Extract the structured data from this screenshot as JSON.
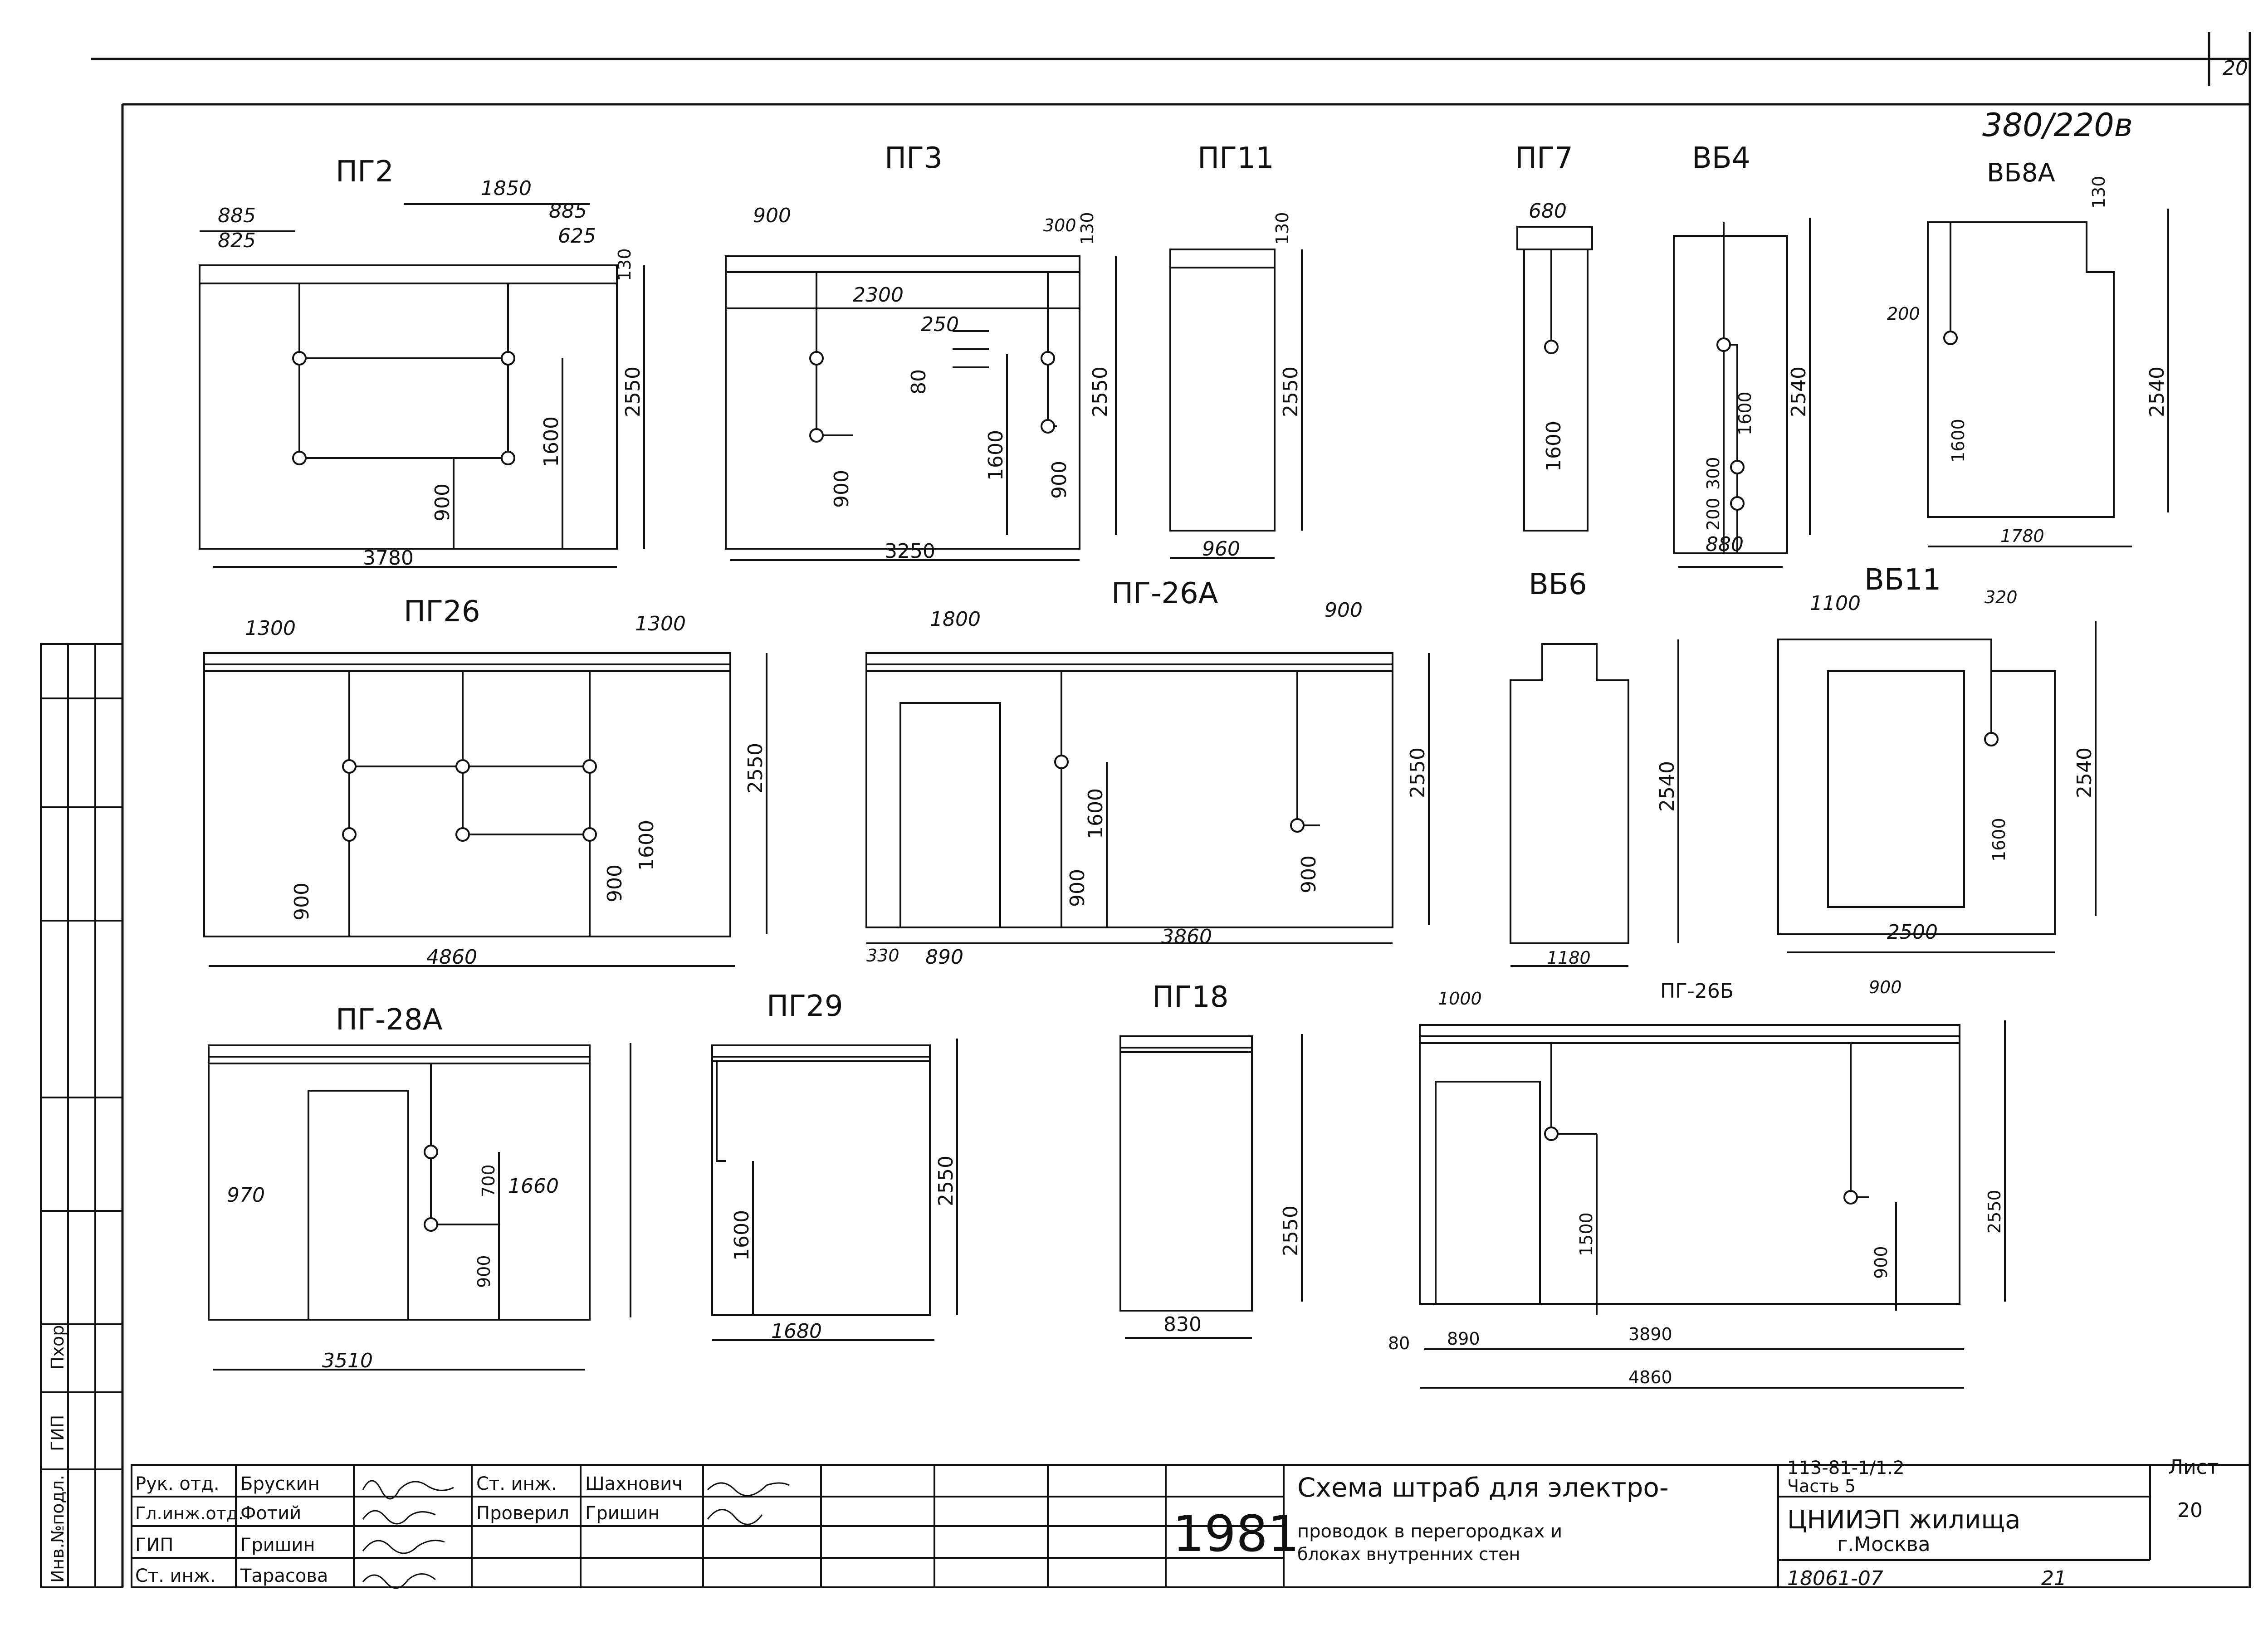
{
  "sheet_corner_number": "20",
  "voltage_note": "380/220в",
  "panels": {
    "pg2": {
      "name": "ПГ2",
      "dims": [
        "1850",
        "885",
        "885",
        "825",
        "625",
        "130",
        "2550",
        "1600",
        "900",
        "3780"
      ]
    },
    "pg3": {
      "name": "ПГ3",
      "dims": [
        "900",
        "300",
        "130",
        "2300",
        "250",
        "80",
        "2550",
        "1600",
        "900",
        "900",
        "3250"
      ]
    },
    "pg11": {
      "name": "ПГ11",
      "dims": [
        "130",
        "2550",
        "960"
      ]
    },
    "pg7": {
      "name": "ПГ7",
      "dims": [
        "680",
        "1600"
      ]
    },
    "vb4": {
      "name": "ВБ4",
      "dims": [
        "1600",
        "2540",
        "200",
        "300",
        "880"
      ]
    },
    "vb8a": {
      "name": "ВБ8А",
      "dims": [
        "130",
        "200",
        "1600",
        "2540",
        "1780"
      ]
    },
    "pg26": {
      "name": "ПГ26",
      "dims": [
        "1300",
        "1300",
        "2550",
        "1600",
        "900",
        "900",
        "4860"
      ]
    },
    "pg26a": {
      "name": "ПГ-26А",
      "dims": [
        "1800",
        "900",
        "1600",
        "900",
        "900",
        "2550",
        "330",
        "890",
        "3860"
      ]
    },
    "vb6": {
      "name": "ВБ6",
      "dims": [
        "2540",
        "1180"
      ]
    },
    "vb11": {
      "name": "ВБ11",
      "dims": [
        "1100",
        "320",
        "1600",
        "2540",
        "2500"
      ]
    },
    "pg28a": {
      "name": "ПГ-28А",
      "dims": [
        "970",
        "700",
        "1660",
        "900",
        "3510"
      ]
    },
    "pg29": {
      "name": "ПГ29",
      "dims": [
        "1600",
        "2550",
        "1680"
      ]
    },
    "pg18": {
      "name": "ПГ18",
      "dims": [
        "2550",
        "830"
      ]
    },
    "pg26b": {
      "name": "ПГ-26Б",
      "dims": [
        "1000",
        "900",
        "1500",
        "900",
        "2550",
        "80",
        "890",
        "3890",
        "4860"
      ]
    }
  },
  "side_stamp": {
    "inv_label": "Инв.№подл.",
    "gip_label": "ГИП",
    "pkhor_label": "Пхор"
  },
  "title_block": {
    "rows": [
      {
        "role": "Рук. отд.",
        "name": "Брускин",
        "role2": "Ст. инж.",
        "name2": "Шахнович"
      },
      {
        "role": "Гл.инж.отд.",
        "name": "Фотий",
        "role2": "Проверил",
        "name2": "Гришин"
      },
      {
        "role": "ГИП",
        "name": "Гришин",
        "role2": "",
        "name2": ""
      },
      {
        "role": "Ст. инж.",
        "name": "Тарасова",
        "role2": "",
        "name2": ""
      }
    ],
    "year": "1981",
    "title_line1": "Схема штраб для электро-",
    "title_line2": "проводок в перегородках и",
    "title_line3": "блоках внутренних стен",
    "project_code": "113-81-1/1.2",
    "part": "Часть 5",
    "org": "ЦНИИЭП жилища",
    "city": "г.Москва",
    "sheet_label": "Лист",
    "sheet_number": "20",
    "archive_no": "18061-07",
    "archive_sheet": "21"
  }
}
